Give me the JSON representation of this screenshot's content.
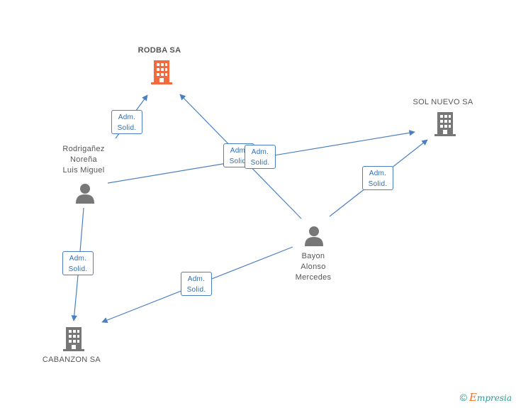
{
  "companies": {
    "rodba": "RODBA SA",
    "sol_nuevo": "SOL NUEVO SA",
    "cabanzon": "CABANZON SA"
  },
  "persons": {
    "rodriganez": [
      "Rodrigañez",
      "Noreña",
      "Luis Miguel"
    ],
    "bayon": [
      "Bayon",
      "Alonso",
      "Mercedes"
    ]
  },
  "edge_labels": {
    "line1": "Adm.",
    "line2": "Solid."
  },
  "footer": {
    "copyright": "©",
    "brand_initial": "E",
    "brand_rest": "mpresia"
  },
  "colors": {
    "main_company": "#f26a3d",
    "company": "#777777",
    "person": "#777777",
    "edge": "#4a7fc1"
  },
  "icons": {
    "company": "building-icon",
    "person": "person-icon"
  }
}
